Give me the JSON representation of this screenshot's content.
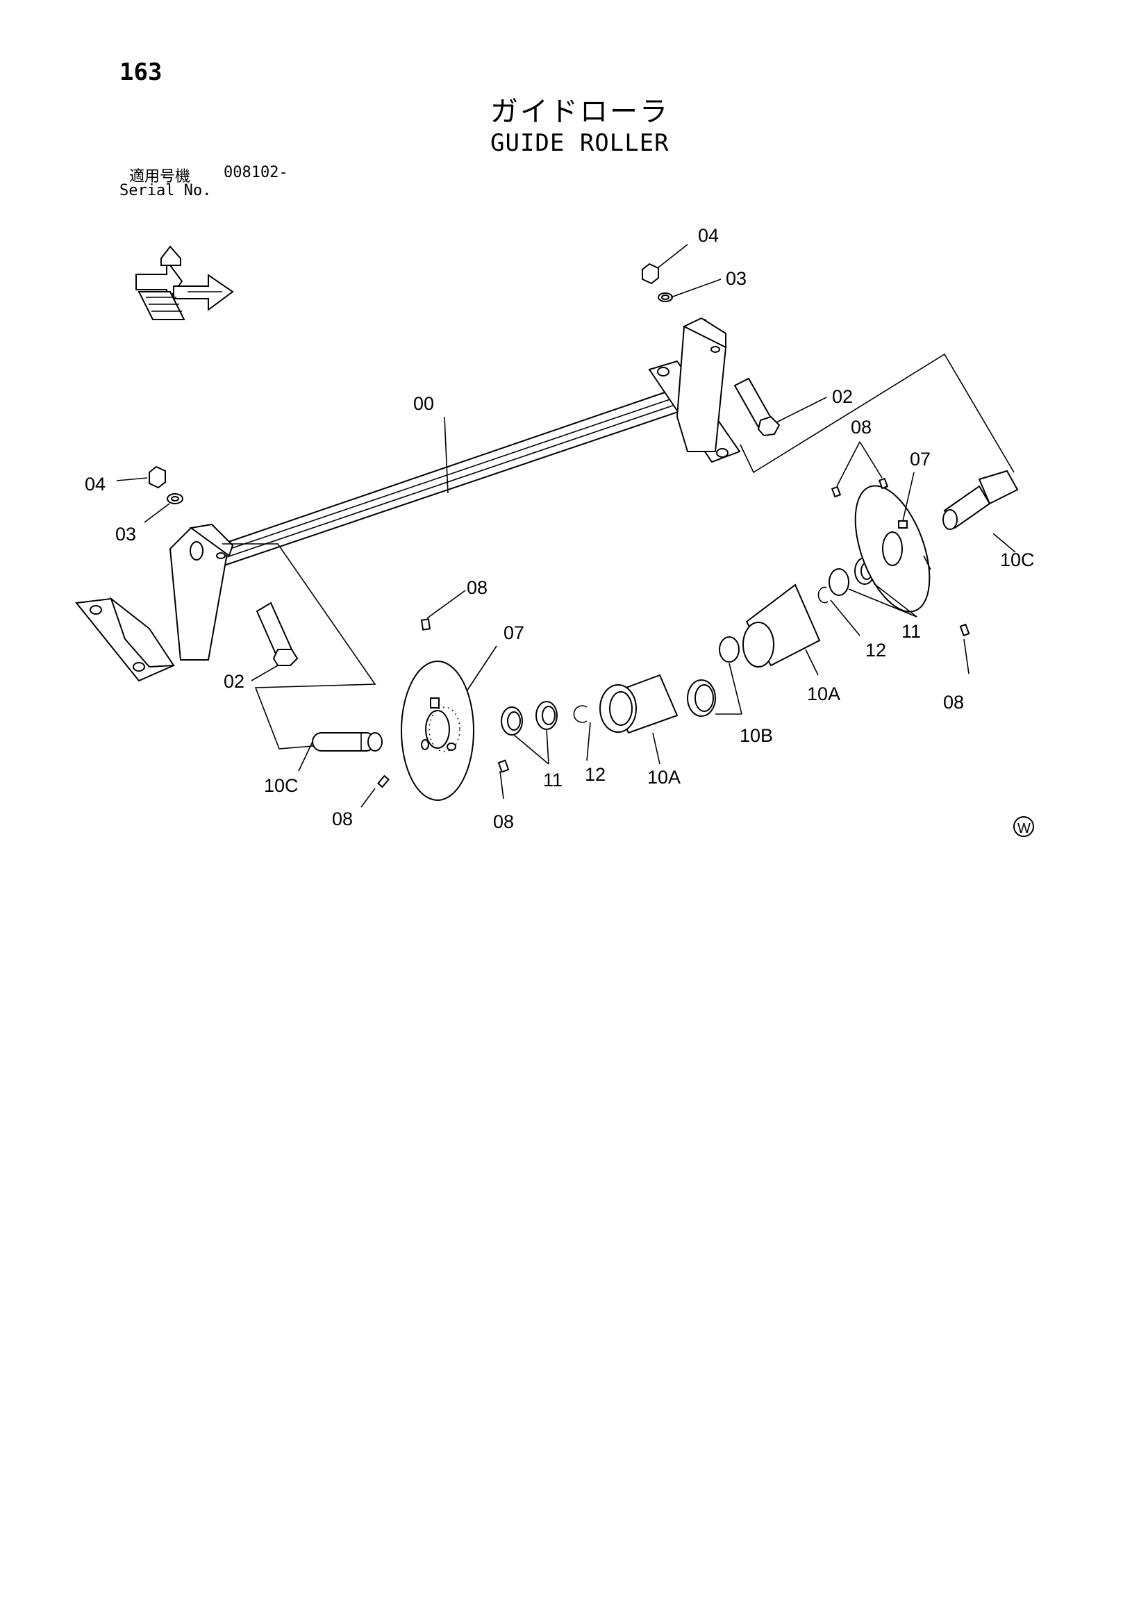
{
  "page_number": "163",
  "title_jp": "ガイドローラ",
  "title_en": "GUIDE ROLLER",
  "serial_label_jp": "適用号機",
  "serial_value": "008102-",
  "serial_label_en": "Serial No.",
  "callouts": {
    "c00": "00",
    "c02_left": "02",
    "c02_right": "02",
    "c03_left": "03",
    "c03_right": "03",
    "c04_left": "04",
    "c04_right": "04",
    "c07_left": "07",
    "c07_right": "07",
    "c08_a": "08",
    "c08_b": "08",
    "c08_c": "08",
    "c08_d": "08",
    "c08_e": "08",
    "c10a_left": "10A",
    "c10a_right": "10A",
    "c10b": "10B",
    "c10c_left": "10C",
    "c10c_right": "10C",
    "c11_left": "11",
    "c11_right": "11",
    "c12_left": "12",
    "c12_right": "12"
  },
  "mark": "W"
}
